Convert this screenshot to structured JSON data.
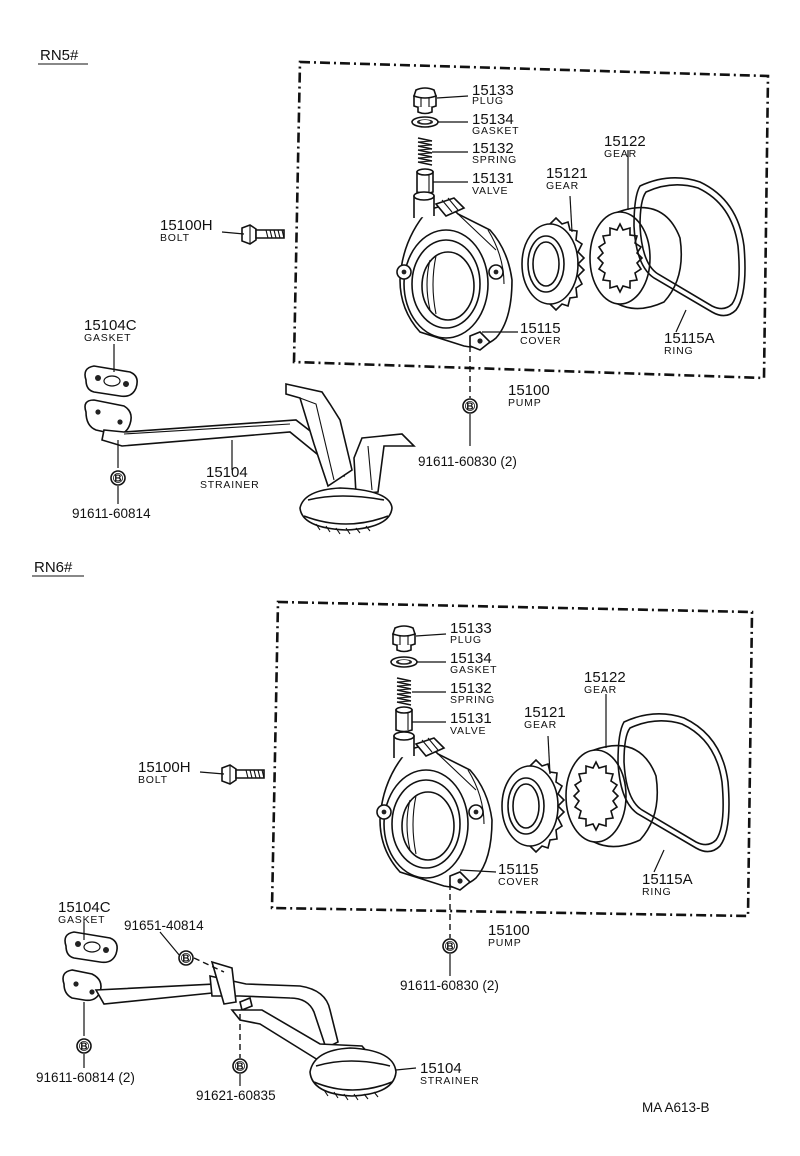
{
  "sections": {
    "rn5": "RN5#",
    "rn6": "RN6#"
  },
  "parts": {
    "plug": {
      "number": "15133",
      "name": "PLUG"
    },
    "gasket": {
      "number": "15134",
      "name": "GASKET"
    },
    "spring": {
      "number": "15132",
      "name": "SPRING"
    },
    "valve": {
      "number": "15131",
      "name": "VALVE"
    },
    "gear_inner": {
      "number": "15121",
      "name": "GEAR"
    },
    "gear_outer": {
      "number": "15122",
      "name": "GEAR"
    },
    "bolt": {
      "number": "15100H",
      "name": "BOLT"
    },
    "pan_gasket": {
      "number": "15104C",
      "name": "GASKET"
    },
    "cover": {
      "number": "15115",
      "name": "COVER"
    },
    "ring": {
      "number": "15115A",
      "name": "RING"
    },
    "pump": {
      "number": "15100",
      "name": "PUMP"
    },
    "strainer": {
      "number": "15104",
      "name": "STRAINER"
    }
  },
  "fasteners": {
    "pump_bolts": "91611-60830 (2)",
    "strainer_bolt_rn5": "91611-60814",
    "strainer_bolts_rn6": "91611-60814 (2)",
    "stay_bolt": "91651-40814",
    "bracket_bolt": "91621-60835",
    "marker": "B"
  },
  "diagram_code": "MA A613-B"
}
